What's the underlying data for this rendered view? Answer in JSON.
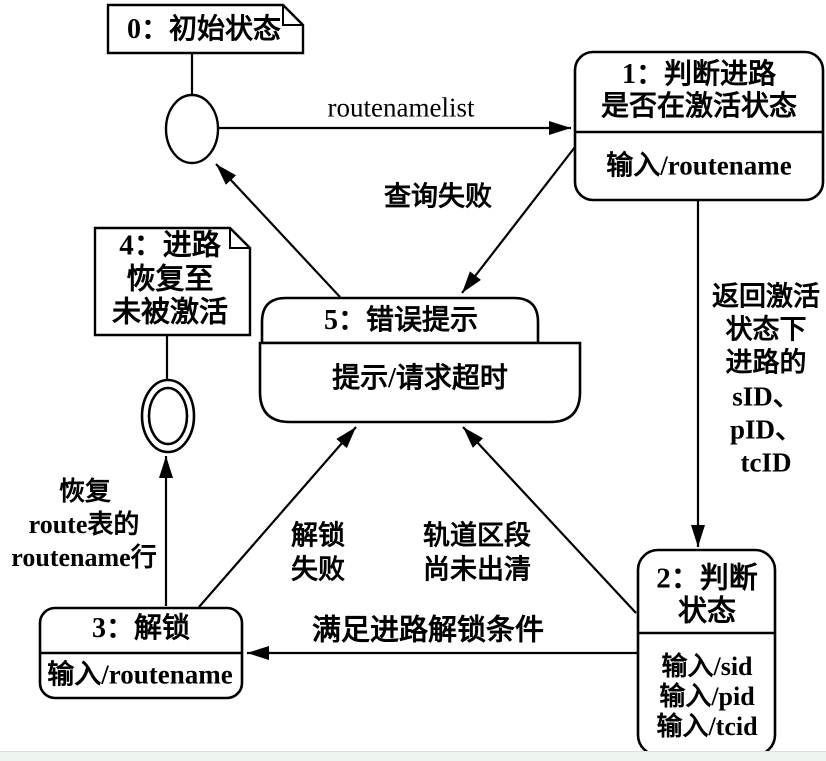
{
  "figure": {
    "type": "uml-state-diagram",
    "background": "#ffffff",
    "stroke_color": "#000000",
    "text_color": "#000000",
    "footer_strip": {
      "fill_color": "#eef5f1",
      "line_color": "#d9e3d6"
    }
  },
  "notes": {
    "note0": {
      "title": "0：初始状态"
    },
    "note4": {
      "line1": "4：进路",
      "line2": "恢复至",
      "line3": "未被激活"
    }
  },
  "states": {
    "s1": {
      "title_line1": "1：判断进路",
      "title_line2": "是否在激活状态",
      "action": "输入/routename"
    },
    "s2": {
      "title_line1": "2：判断",
      "title_line2": "状态",
      "action1": "输入/sid",
      "action2": "输入/pid",
      "action3": "输入/tcid"
    },
    "s3": {
      "title": "3：解锁",
      "action": "输入/routename"
    },
    "s5": {
      "title": "5：错误提示",
      "action": "提示/请求超时"
    }
  },
  "transitions": {
    "routenamelist": "routenamelist",
    "query_failed": "查询失败",
    "return_active": {
      "line1": "返回激活",
      "line2": "状态下",
      "line3": "进路的",
      "line4": "sID、",
      "line5": "pID、",
      "line6": "tcID"
    },
    "unlock_failed": {
      "line1": "解锁",
      "line2": "失败"
    },
    "track_not_clear": {
      "line1": "轨道区段",
      "line2": "尚未出清"
    },
    "unlock_condition": "满足进路解锁条件",
    "restore_route": {
      "line1": "恢复",
      "line2": "route表的",
      "line3": "routename行"
    }
  }
}
